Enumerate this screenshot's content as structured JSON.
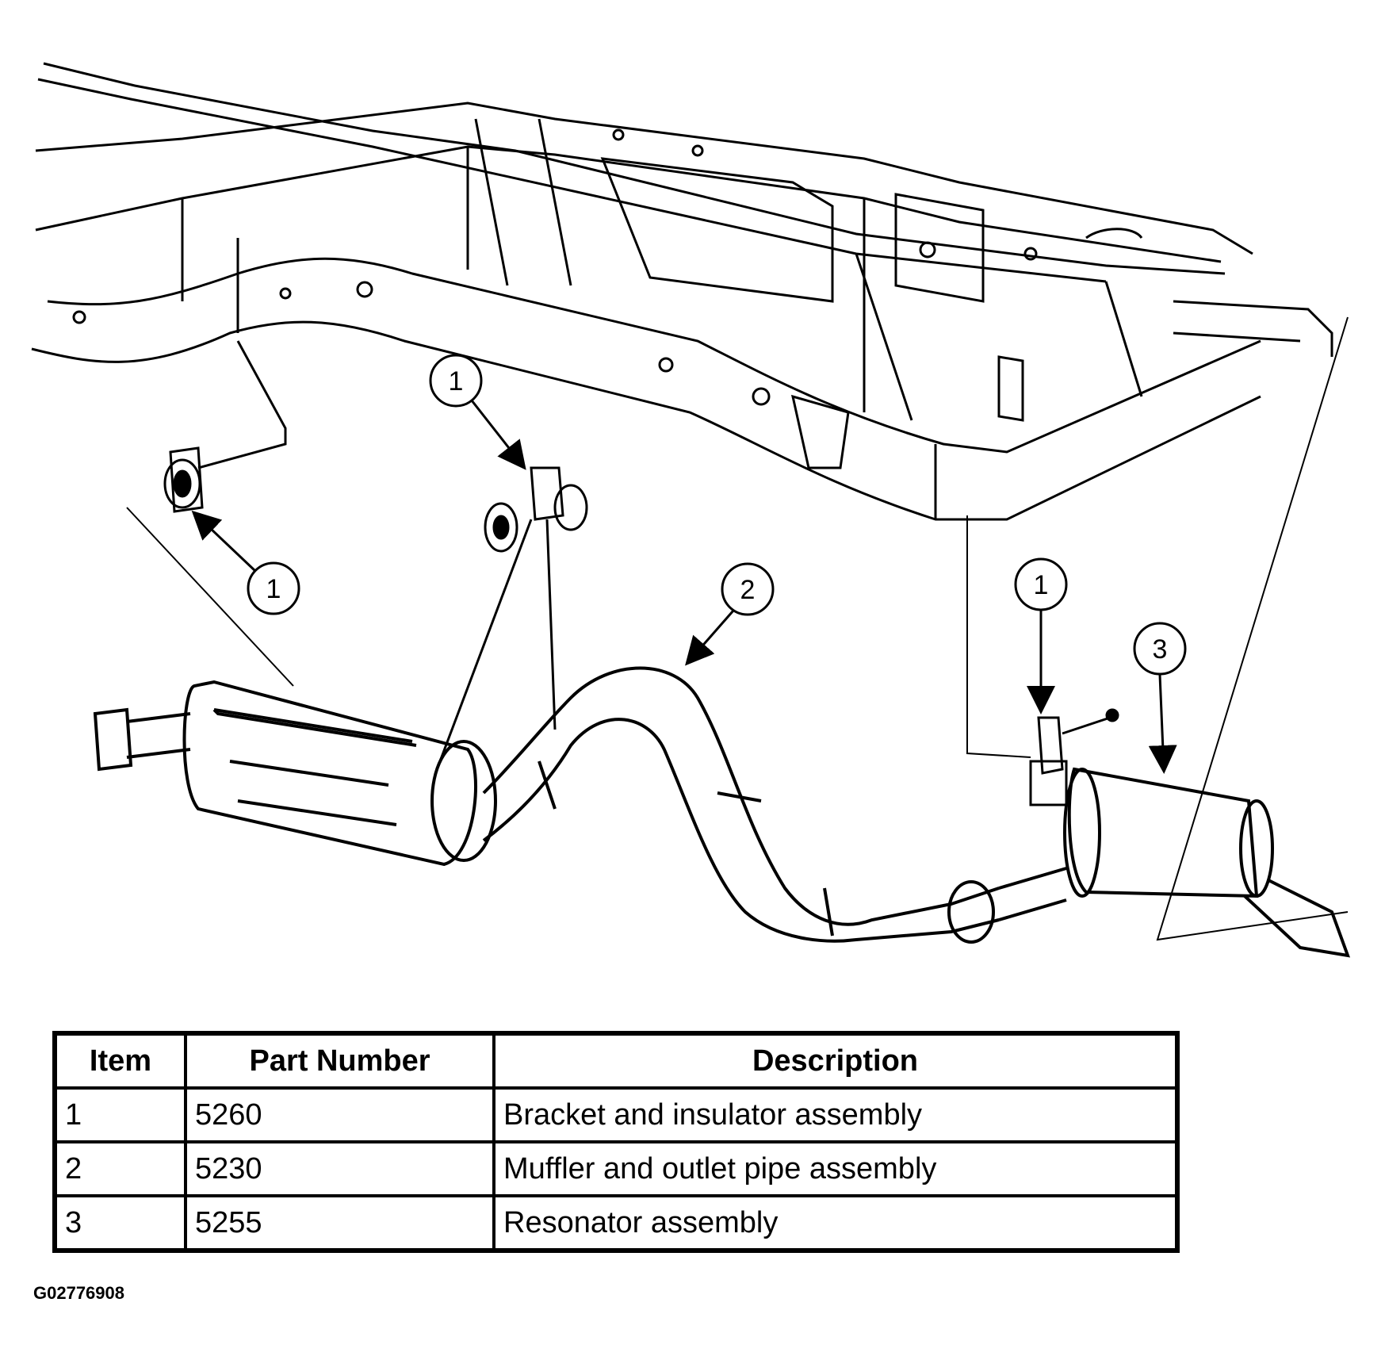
{
  "callouts": [
    {
      "num": "1"
    },
    {
      "num": "1"
    },
    {
      "num": "2"
    },
    {
      "num": "1"
    },
    {
      "num": "3"
    }
  ],
  "table": {
    "headers": [
      "Item",
      "Part Number",
      "Description"
    ],
    "rows": [
      {
        "item": "1",
        "part_number": "5260",
        "description": "Bracket and insulator assembly"
      },
      {
        "item": "2",
        "part_number": "5230",
        "description": "Muffler and outlet pipe assembly"
      },
      {
        "item": "3",
        "part_number": "5255",
        "description": "Resonator assembly"
      }
    ]
  },
  "figure_id": "G02776908"
}
